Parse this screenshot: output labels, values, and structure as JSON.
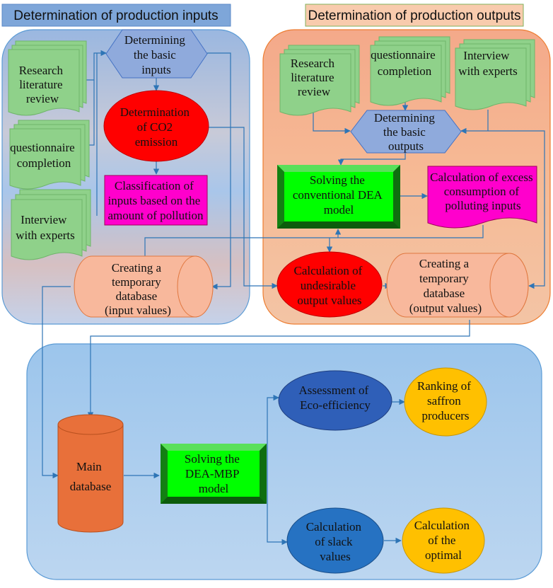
{
  "panels": {
    "inputs_title": "Determination of production inputs",
    "outputs_title": "Determination of production outputs"
  },
  "inputs": {
    "research_doc": [
      "Research",
      "literature",
      "review"
    ],
    "questionnaire_doc": [
      "questionnaire",
      "completion"
    ],
    "interview_doc": [
      "Interview",
      "with experts"
    ],
    "basic_inputs": [
      "Determining",
      "the basic",
      "inputs"
    ],
    "co2": [
      "Determination",
      "of CO2",
      "emission"
    ],
    "classification": [
      "Classification of",
      "inputs based on the",
      "amount of pollution"
    ],
    "temp_db": [
      "Creating a",
      "temporary",
      "database",
      "(input values)"
    ]
  },
  "outputs": {
    "research_doc": [
      "Research",
      "literature",
      "review"
    ],
    "questionnaire_doc": [
      "questionnaire",
      "completion"
    ],
    "interview_doc": [
      "Interview",
      "with experts"
    ],
    "basic_outputs": [
      "Determining",
      "the basic",
      "outputs"
    ],
    "conventional_dea": [
      "Solving the",
      "conventional DEA",
      "model"
    ],
    "excess": [
      "Calculation of excess",
      "consumption of",
      "polluting inputs"
    ],
    "undesirable": [
      "Calculation of",
      "undesirable",
      "output values"
    ],
    "temp_db": [
      "Creating a",
      "temporary",
      "database",
      "(output values)"
    ]
  },
  "bottom": {
    "main_db": [
      "Main",
      "database"
    ],
    "dea_mbp": [
      "Solving the",
      "DEA-MBP",
      "model"
    ],
    "eco": [
      "Assessment of",
      "Eco-efficiency"
    ],
    "ranking": [
      "Ranking of",
      "saffron",
      "producers"
    ],
    "slack": [
      "Calculation",
      "of slack",
      "values"
    ],
    "optimal": [
      "Calculation",
      "of the",
      "optimal"
    ]
  },
  "colors": {
    "arrow": "#2e75b6",
    "doc_green": "#8fd18a",
    "hexagon": "#8faadc",
    "red": "#ff0000",
    "magenta": "#ff00cc",
    "bright_green": "#00ff00",
    "salmon": "#f8b89c",
    "orange_db": "#e8703a",
    "blue_ellipse": "#2f5fb8",
    "gold": "#ffc000"
  }
}
